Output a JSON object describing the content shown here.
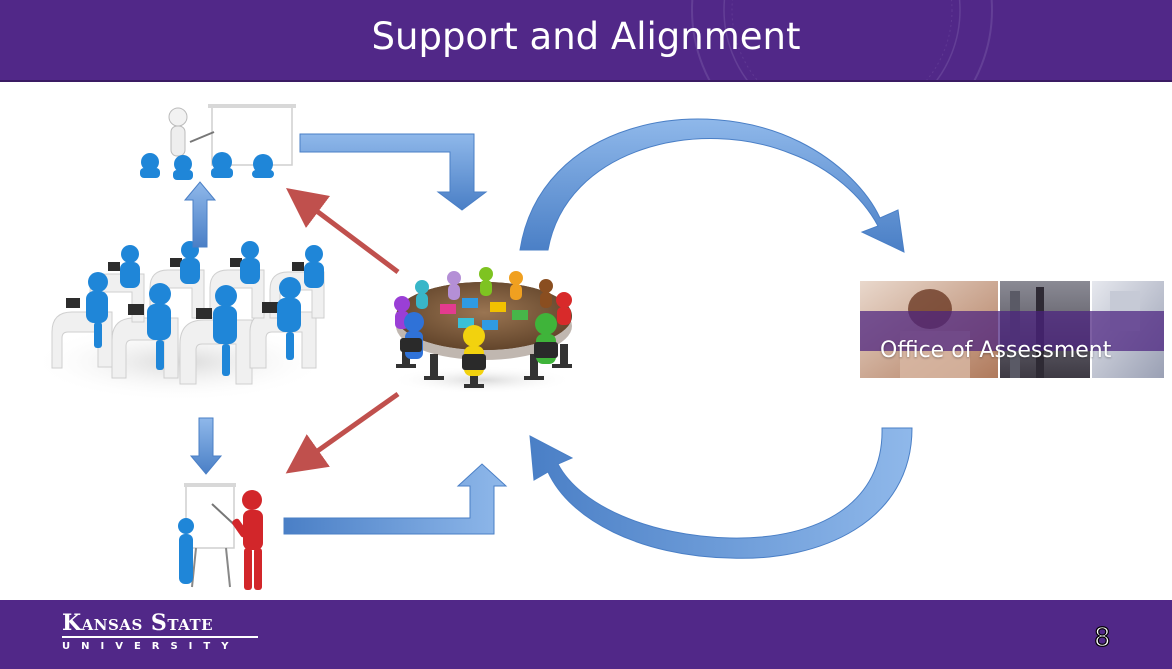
{
  "slide": {
    "title": "Support and Alignment",
    "page_number": "8"
  },
  "office": {
    "label": "Office of Assessment"
  },
  "footer": {
    "logo_line1": "Kansas State",
    "logo_line2": "UNIVERSITY"
  },
  "colors": {
    "brand_purple": "#512888",
    "blue_arrow": "#5b93d6",
    "red_arrow": "#c0504d"
  }
}
